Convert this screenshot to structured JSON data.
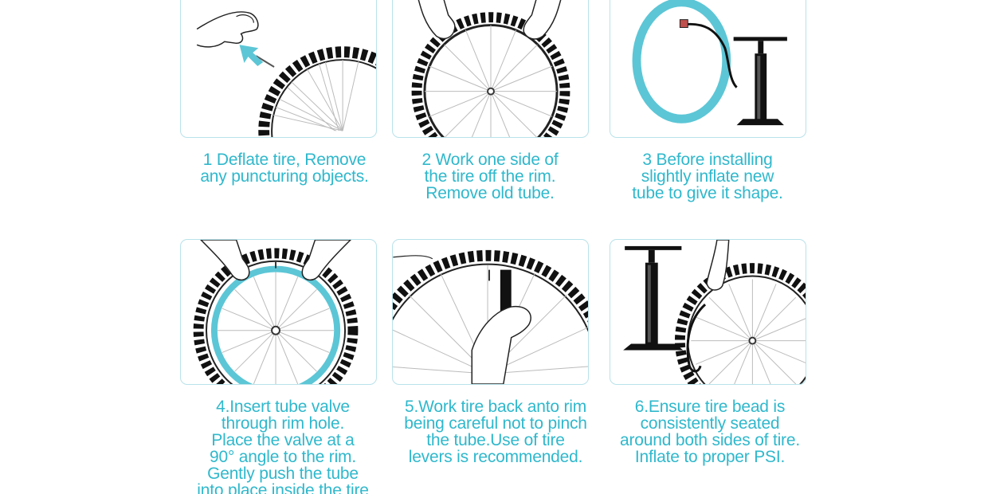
{
  "accent_color": "#2fb8cc",
  "steps": [
    {
      "icon": "deflate-tire-icon",
      "lines": [
        "1 Deflate tire, Remove",
        "any puncturing objects."
      ]
    },
    {
      "icon": "remove-tire-side-icon",
      "lines": [
        "2 Work one side of",
        "the tire off the rim.",
        "Remove old tube."
      ]
    },
    {
      "icon": "inflate-tube-icon",
      "lines": [
        "3 Before installing",
        "slightly inflate new",
        "tube to give it shape."
      ]
    },
    {
      "icon": "insert-tube-icon",
      "lines": [
        "4.Insert tube valve",
        "through  rim hole.",
        "Place the valve at a",
        "90° angle to the  rim.",
        "Gently push the tube",
        "into place  inside the tire"
      ]
    },
    {
      "icon": "tire-lever-icon",
      "lines": [
        "5.Work tire back anto rim",
        "being careful not to pinch",
        "the tube.Use of tire",
        "levers is recommended."
      ]
    },
    {
      "icon": "pump-tire-icon",
      "lines": [
        "6.Ensure tire bead is",
        "consistently seated",
        "around both sides of tire.",
        "Inflate to proper PSI."
      ]
    }
  ]
}
